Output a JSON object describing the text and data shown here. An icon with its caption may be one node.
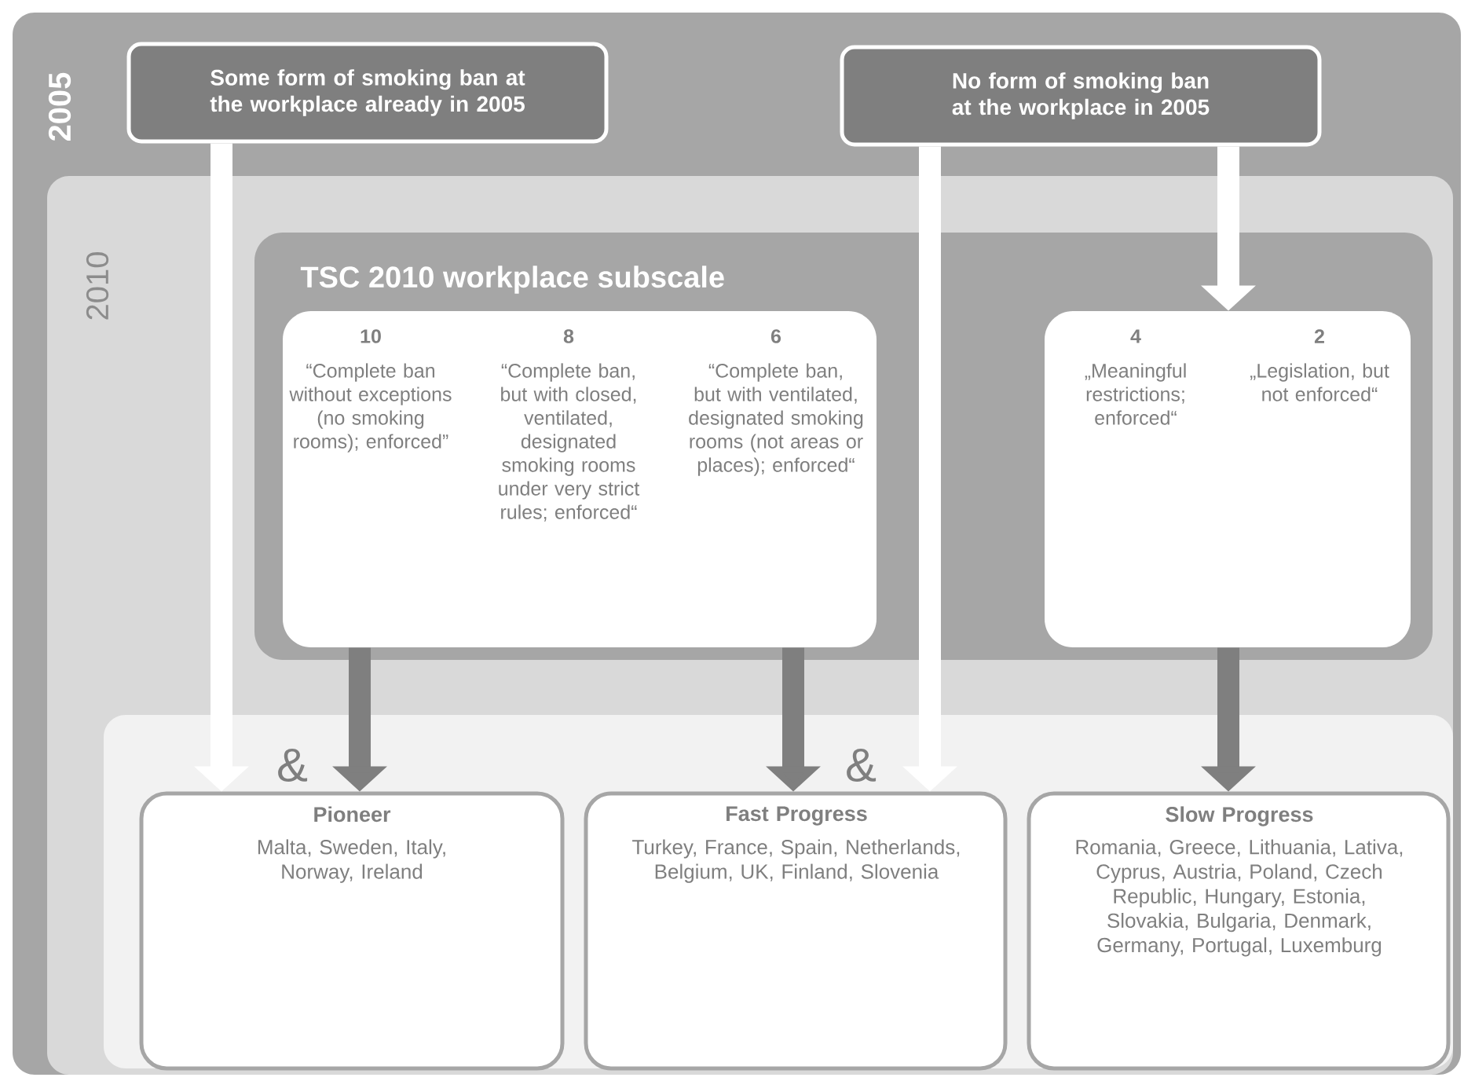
{
  "diagram": {
    "nodes": [
      {
        "text": [
          "2005"
        ]
      },
      {
        "text": [
          "Some form of smoking ban at the workplace already in 2005"
        ],
        "in": 0
      },
      {
        "text": [
          "No form of smoking ban at the workplace in 2005"
        ],
        "in": 0
      },
      {
        "text": [
          "2010"
        ],
        "in": 0
      },
      {
        "text": [
          "TSC 2010 workplace subscale"
        ],
        "in": 3
      },
      {
        "text": [
          "10",
          "“Complete ban without exceptions (no smoking rooms); enforced”",
          "8",
          "“Complete ban, but with closed, ventilated, designated smoking rooms under very strict rules; enforced“",
          "6",
          "“Complete ban, but with ventilated, designated smoking rooms (not areas or places); enforced“"
        ],
        "in": 4
      },
      {
        "text": [
          "4",
          "„Meaningful restrictions; enforced“",
          "2",
          "„Legislation, but not enforced“"
        ],
        "in": 4
      },
      {
        "text": [],
        "shape": "box",
        "in": 3
      },
      {
        "text": [
          "Pioneer",
          "Malta, Sweden, Italy, Norway, Ireland"
        ],
        "in": 7
      },
      {
        "text": [
          "Fast Progress",
          "Turkey, France, Spain, Netherlands, Belgium, UK, Finland, Slovenia"
        ],
        "in": 7
      },
      {
        "text": [
          "Slow Progress",
          "Romania, Greece, Lithuania, Lativa, Cyprus, Austria, Poland, Czech Republic, Hungary, Estonia, Slovakia, Bulgaria, Denmark, Germany, Portugal, Luxemburg"
        ],
        "in": 7
      }
    ],
    "edges": [
      {
        "from": 1,
        "to": 8,
        "arrow": "to",
        "color": "#ffffff"
      },
      {
        "from": 5,
        "to": 8,
        "arrow": "to",
        "color": "#7f7f7f"
      },
      {
        "from": 5,
        "to": 9,
        "arrow": "to",
        "color": "#7f7f7f"
      },
      {
        "from": 2,
        "to": 9,
        "arrow": "to",
        "color": "#ffffff"
      },
      {
        "from": 2,
        "to": 6,
        "arrow": "to",
        "color": "#ffffff"
      },
      {
        "from": 6,
        "to": 10,
        "arrow": "to",
        "color": "#7f7f7f"
      }
    ],
    "labels": [
      "&",
      "&"
    ]
  }
}
